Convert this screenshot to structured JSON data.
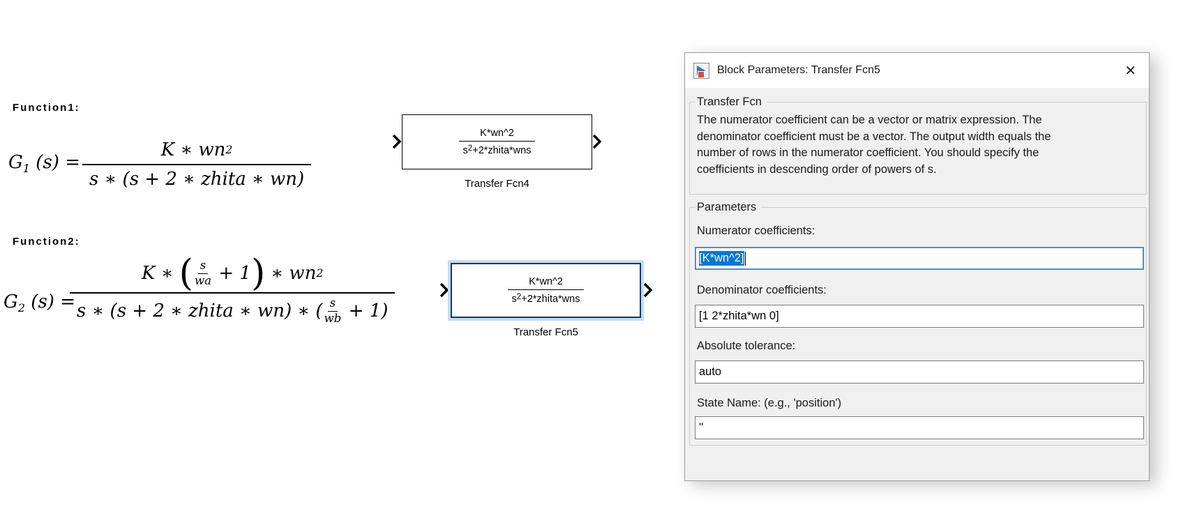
{
  "formulas": {
    "f1": {
      "label": "Function1:",
      "lhs_base": "G",
      "lhs_sub": "1",
      "lhs_rest": " (s) =",
      "num_pre": "K ∗ wn",
      "num_sup": "2",
      "den": "s ∗ (s + 2 ∗ zhita ∗ wn)"
    },
    "f2": {
      "label": "Function2:",
      "lhs_base": "G",
      "lhs_sub": "2",
      "lhs_rest": " (s) =",
      "num_pre": "K ∗ ",
      "paren_open": "(",
      "paren_close": ")",
      "inner_num": "s",
      "inner_den": "wa",
      "num_mid": " + 1",
      "num_post": " ∗ wn",
      "num_sup": "2",
      "den_pre": "s ∗ (s + 2 ∗ zhita ∗ wn) ∗ (",
      "inner2_num": "s",
      "inner2_den": "wb",
      "den_post": " + 1)"
    }
  },
  "blocks": {
    "fcn4": {
      "numerator": "K*wn^2",
      "den_base": "s",
      "den_sup": "2",
      "den_rest": "+2*zhita*wns",
      "label": "Transfer Fcn4"
    },
    "fcn5": {
      "numerator": "K*wn^2",
      "den_base": "s",
      "den_sup": "2",
      "den_rest": "+2*zhita*wns",
      "label": "Transfer Fcn5"
    }
  },
  "dialog": {
    "title": "Block Parameters: Transfer Fcn5",
    "close_glyph": "✕",
    "section1_title": "Transfer Fcn",
    "description_lines": [
      "The numerator coefficient can be a vector or matrix expression. The",
      "denominator coefficient must be a vector. The output width equals the",
      "number of rows in the numerator coefficient. You should specify the",
      "coefficients in descending order of powers of s."
    ],
    "section2_title": "Parameters",
    "fields": {
      "numerator": {
        "label": "Numerator coefficients:",
        "value": "[K*wn^2]"
      },
      "denominator": {
        "label": "Denominator coefficients:",
        "value": "[1 2*zhita*wn 0]"
      },
      "abs_tol": {
        "label": "Absolute tolerance:",
        "value": "auto"
      },
      "state_name": {
        "label": "State Name: (e.g., 'position')",
        "value": "''"
      }
    }
  }
}
